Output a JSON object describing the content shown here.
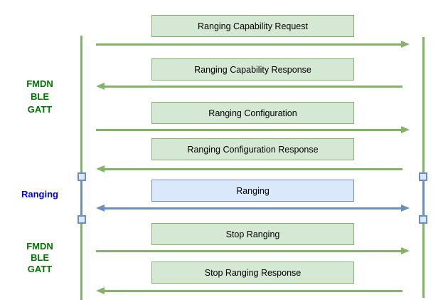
{
  "colors": {
    "green-stroke": "#82b366",
    "green-fill": "#d5e8d4",
    "blue-stroke": "#6c8ebf",
    "blue-fill": "#dae8fc",
    "phase-green": "#007700",
    "phase-blue": "#0000ee",
    "message-text": "#000000",
    "background": "#ffffff"
  },
  "phases": [
    {
      "lines": [
        "FMDN",
        "BLE",
        "GATT"
      ],
      "theme": "green"
    },
    {
      "lines": [
        "Ranging"
      ],
      "theme": "blue"
    },
    {
      "lines": [
        "FMDN",
        "BLE",
        "GATT"
      ],
      "theme": "green"
    }
  ],
  "messages": [
    {
      "label": "Ranging Capability Request",
      "direction": "right",
      "theme": "green"
    },
    {
      "label": "Ranging Capability Response",
      "direction": "left",
      "theme": "green"
    },
    {
      "label": "Ranging Configuration",
      "direction": "right",
      "theme": "green"
    },
    {
      "label": "Ranging Configuration Response",
      "direction": "left",
      "theme": "green"
    },
    {
      "label": "Ranging",
      "direction": "both",
      "theme": "blue"
    },
    {
      "label": "Stop Ranging",
      "direction": "right",
      "theme": "green"
    },
    {
      "label": "Stop Ranging Response",
      "direction": "left",
      "theme": "green"
    }
  ]
}
